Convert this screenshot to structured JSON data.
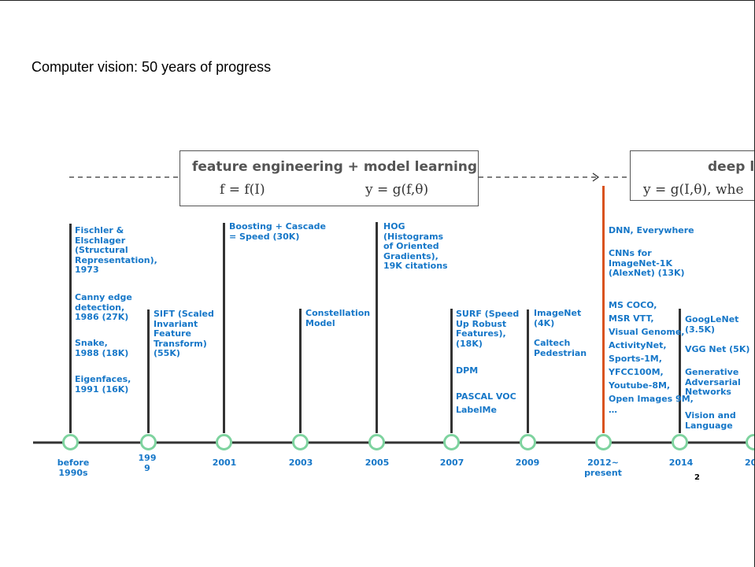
{
  "slide": {
    "title": "Computer vision: 50 years of progress",
    "page_number": "2"
  },
  "paradigms": [
    {
      "heading": "feature engineering + model learning",
      "eq_left": "f = f(I)",
      "eq_right": "y = g(f,θ)"
    },
    {
      "heading": "deep l",
      "eq_left": "y = g(I,θ), whe",
      "eq_right": ""
    }
  ],
  "timeline": {
    "years": [
      "before 1990s",
      "199 9",
      "2001",
      "2003",
      "2005",
      "2007",
      "2009",
      "2012~ present",
      "2014",
      "20"
    ],
    "events": [
      [
        "Fischler & Elschlager (Structural Representation), 1973",
        "Canny edge detection, 1986 (27K)",
        "Snake, 1988 (18K)",
        "Eigenfaces, 1991 (16K)"
      ],
      [
        "SIFT (Scaled Invariant Feature Transform) (55K)"
      ],
      [
        "Boosting + Cascade = Speed (30K)"
      ],
      [
        "Constellation Model"
      ],
      [
        "HOG (Histograms of Oriented Gradients), 19K citations"
      ],
      [
        "SURF (Speed Up Robust Features), (18K)",
        "DPM",
        "PASCAL VOC",
        "LabelMe"
      ],
      [
        "ImageNet (4K)",
        "Caltech Pedestrian"
      ],
      [
        "DNN, Everywhere",
        "CNNs for ImageNet-1K (AlexNet) (13K)",
        "MS COCO, MSR VTT, Visual Genome, ActivityNet, Sports-1M, YFCC100M, Youtube-8M, Open Images 9M,",
        "…"
      ],
      [
        "GoogLeNet (3.5K)",
        "VGG Net (5K)",
        "Generative Adversarial Networks",
        "Vision and Language"
      ]
    ]
  },
  "colors": {
    "label": "#1677c8",
    "node_ring": "#7ed39f",
    "highlight_line": "#d9531e",
    "axis": "#333333"
  }
}
